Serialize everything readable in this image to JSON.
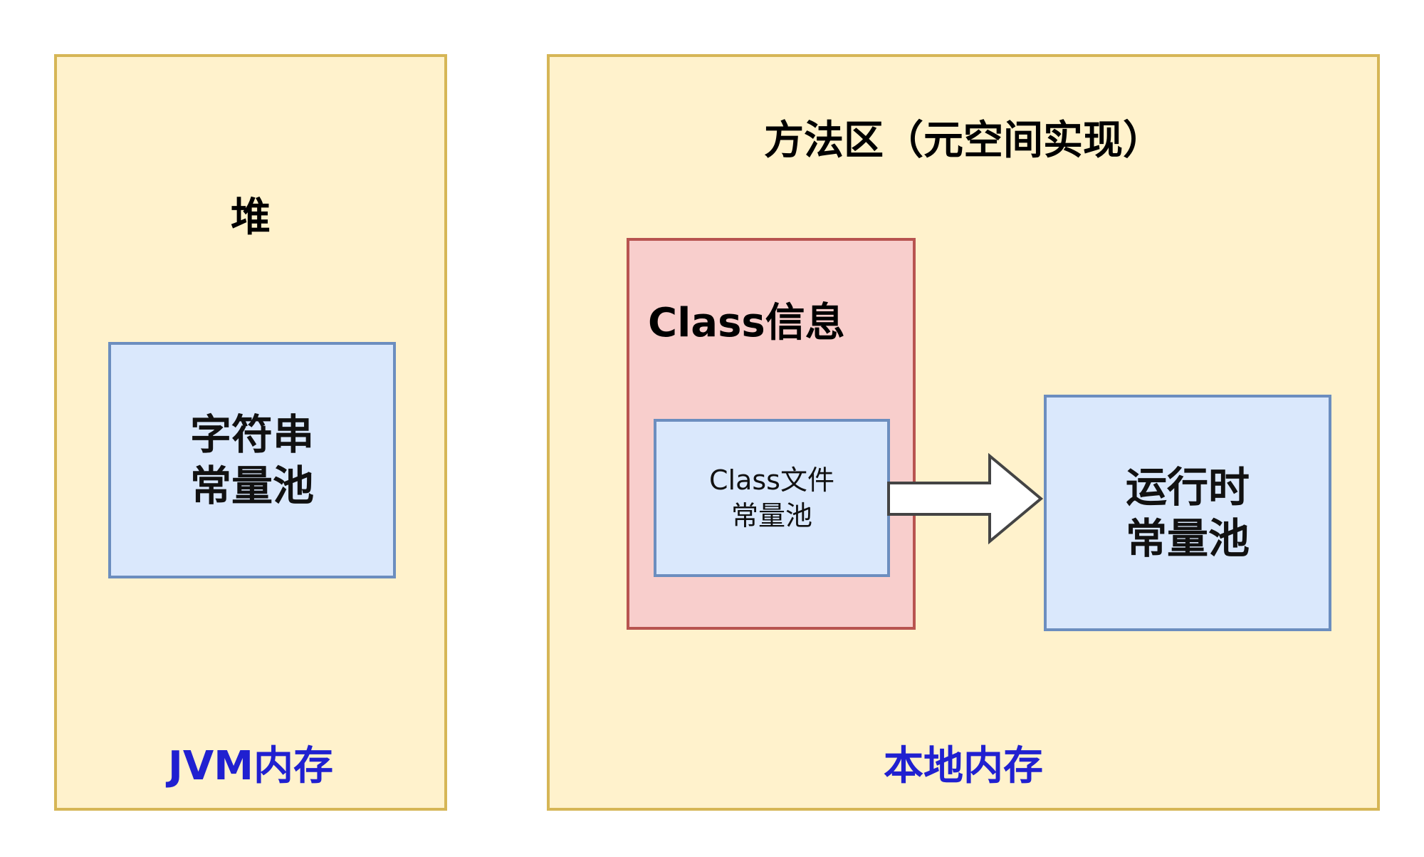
{
  "heap": {
    "title": "堆",
    "string_pool": [
      "字符串",
      "常量池"
    ],
    "footer": "JVM内存"
  },
  "method_area": {
    "title": "方法区（元空间实现）",
    "class_info": {
      "title": "Class信息",
      "class_file_pool": [
        "Class文件",
        "常量池"
      ]
    },
    "runtime_pool": [
      "运行时",
      "常量池"
    ],
    "footer": "本地内存"
  },
  "colors": {
    "container_fill": "#fff2cc",
    "container_border": "#d6b656",
    "blue_fill": "#dae8fc",
    "blue_border": "#6c8ebf",
    "red_fill": "#f8cecc",
    "red_border": "#b85450",
    "footer_text": "#2020d0"
  }
}
